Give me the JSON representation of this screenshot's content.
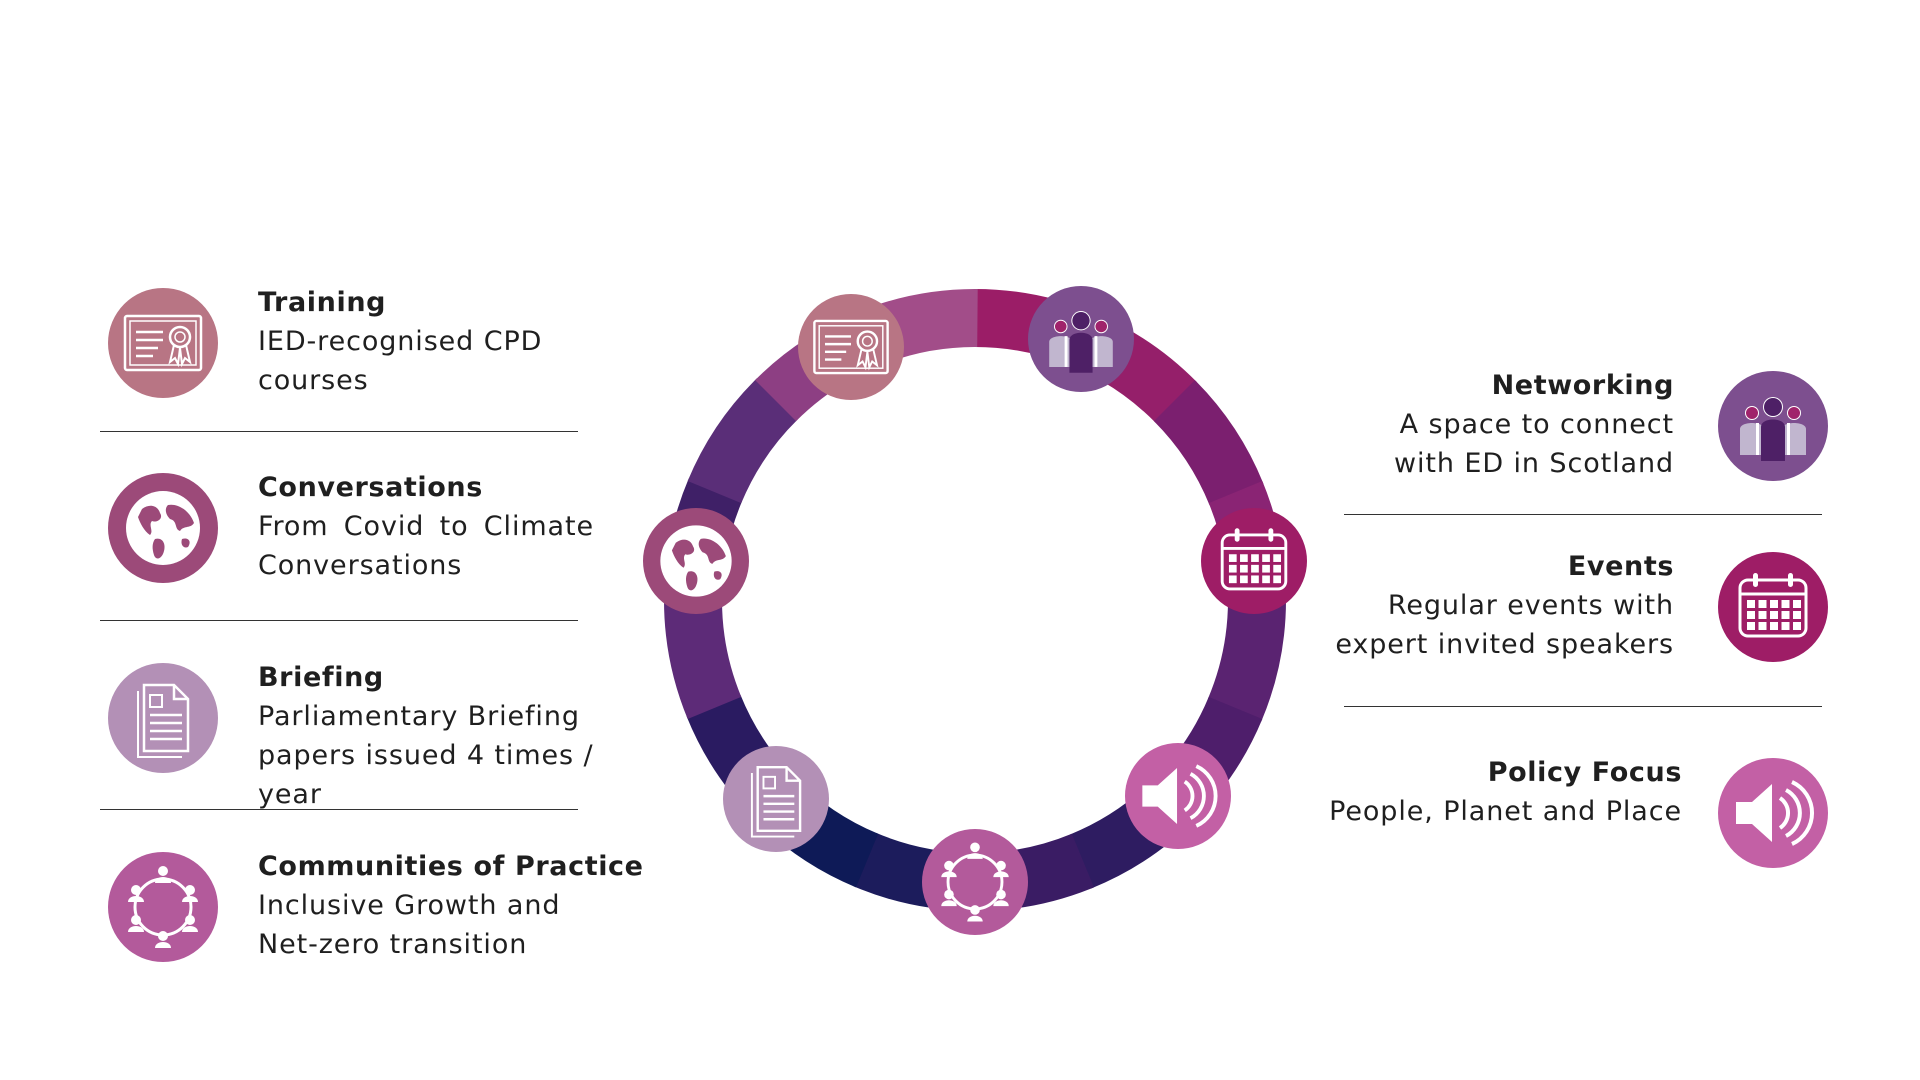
{
  "left_items": [
    {
      "key": "training",
      "title": "Training",
      "description": "IED-recognised CPD courses",
      "color": "#b87584",
      "icon": "certificate-icon"
    },
    {
      "key": "conversations",
      "title": "Conversations",
      "description": "From Covid to Climate Conversations",
      "color": "#9c4a79",
      "icon": "globe-icon"
    },
    {
      "key": "briefing",
      "title": "Briefing",
      "description": "Parliamentary Briefing papers issued 4 times / year",
      "color": "#b390b6",
      "icon": "document-icon"
    },
    {
      "key": "communities",
      "title": "Communities of Practice",
      "description": "Inclusive Growth and Net-zero transition",
      "color": "#b35a9b",
      "icon": "community-icon"
    }
  ],
  "right_items": [
    {
      "key": "networking",
      "title": "Networking",
      "description": "A space to connect with ED in Scotland",
      "color": "#7d4f8f",
      "icon": "people-icon"
    },
    {
      "key": "events",
      "title": "Events",
      "description": "Regular events with expert invited speakers",
      "color": "#9e1d66",
      "icon": "calendar-icon"
    },
    {
      "key": "policy",
      "title": "Policy Focus",
      "description": "People, Planet and Place",
      "color": "#c360a5",
      "icon": "speaker-icon"
    }
  ],
  "ring": {
    "segment_colors": [
      "#9b1d67",
      "#951f6a",
      "#7b1f6f",
      "#8a2474",
      "#5a2371",
      "#4e1e6b",
      "#2e1c61",
      "#3a1c64",
      "#1c1c5c",
      "#0e1a57",
      "#2a1b61",
      "#5d2b78",
      "#3f2067",
      "#5a2e78",
      "#8d3f83",
      "#a24d89"
    ]
  }
}
